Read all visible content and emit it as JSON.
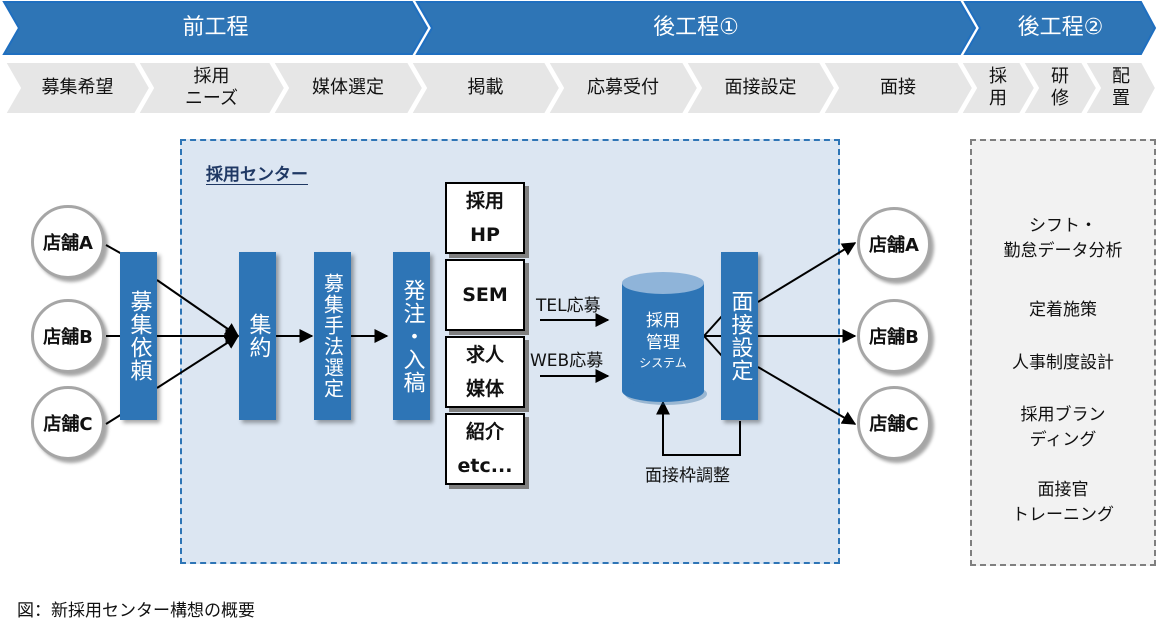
{
  "header": {
    "phases": [
      {
        "label": "前工程"
      },
      {
        "label": "後工程①"
      },
      {
        "label": "後工程②"
      }
    ],
    "steps": [
      {
        "label": "募集希望"
      },
      {
        "label": "採用\nニーズ"
      },
      {
        "label": "媒体選定"
      },
      {
        "label": "掲載"
      },
      {
        "label": "応募受付"
      },
      {
        "label": "面接設定"
      },
      {
        "label": "面接"
      },
      {
        "label": "採\n用"
      },
      {
        "label": "研\n修"
      },
      {
        "label": "配\n置"
      }
    ]
  },
  "center": {
    "title": "採用センター",
    "blocks": {
      "request": "募集依頼",
      "aggregate": "集約",
      "method": "募集手法選定",
      "order": "発注・入稿",
      "interview_setting": "面接設定"
    },
    "media": [
      {
        "lines": [
          "採用",
          "HP"
        ]
      },
      {
        "lines": [
          "SEM"
        ]
      },
      {
        "lines": [
          "求人",
          "媒体"
        ]
      },
      {
        "lines": [
          "紹介",
          "etc..."
        ]
      }
    ],
    "tel_label": "TEL応募",
    "web_label": "WEB応募",
    "system": {
      "line1": "採用",
      "line2": "管理",
      "line3": "システム"
    },
    "feedback_label": "面接枠調整"
  },
  "stores": {
    "left": [
      "店舗A",
      "店舗B",
      "店舗C"
    ],
    "right": [
      "店舗A",
      "店舗B",
      "店舗C"
    ]
  },
  "side": {
    "items": [
      "シフト・\n勤怠データ分析",
      "定着施策",
      "人事制度設計",
      "採用ブラン\nディング",
      "面接官\nトレーニング"
    ]
  },
  "caption": "図：新採用センター構想の概要",
  "colors": {
    "primary_blue": "#2e75b6",
    "center_bg": "#dce6f2",
    "step_gray": "#e6e6e6",
    "side_bg": "#f2f2f2"
  }
}
